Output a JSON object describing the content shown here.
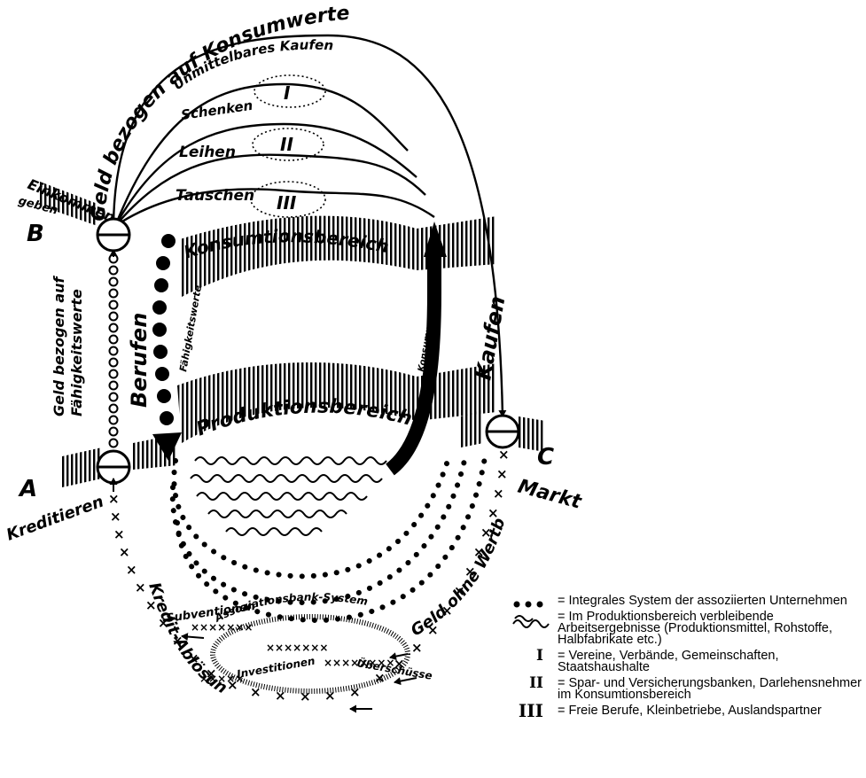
{
  "diagram": {
    "arc_labels": {
      "geld_konsum": "Geld bezogen auf Konsumwerte",
      "unmittelbar": "Unmittelbares Kaufen",
      "schenken": "Schenken",
      "leihen": "Leihen",
      "tauschen": "Tauschen"
    },
    "roman": {
      "one": "I",
      "two": "II",
      "three": "III"
    },
    "left": {
      "einkommen": "Einkommen",
      "geben": "geben",
      "B": "B",
      "A": "A",
      "kreditieren": "Kreditieren",
      "geld_faehigkeit_1": "Geld bezogen auf",
      "geld_faehigkeit_2": "Fähigkeitswerte",
      "berufen": "Berufen",
      "faehigkeitswerte": "Fähigkeitswerte"
    },
    "center": {
      "konsumtionsbereich": "Konsumtionsbereich",
      "produktionsbereich": "Produktionsbereich",
      "konsumwerte": "Konsumwerte"
    },
    "right": {
      "kaufen": "Kaufen",
      "markt": "Markt",
      "C": "C",
      "geld_ohne_wert": "Geld ohne Wertbeziehung"
    },
    "bottom": {
      "kredit_abloesung": "Kredit-Ablösung",
      "subventionen": "Subventionen",
      "assoziationsbank": "Assoziationsbank-System",
      "investitionen": "Investitionen",
      "ueberschuesse": "Überschüsse"
    }
  },
  "legend": [
    {
      "symbol": "dots-icon",
      "text": "= Integrales System der assoziierten Unternehmen"
    },
    {
      "symbol": "squiggle-icon",
      "text": "= Im Produktionsbereich verbleibende Arbeitsergebnisse (Produktionsmittel, Rohstoffe, Halbfabrikate etc.)"
    },
    {
      "symbol": "roman-one",
      "glyph": "I",
      "text": "= Vereine, Verbände, Gemeinschaften, Staatshaushalte"
    },
    {
      "symbol": "roman-two",
      "glyph": "II",
      "text": "= Spar- und Versicherungsbanken, Darlehensnehmer im Konsumtionsbereich"
    },
    {
      "symbol": "roman-three",
      "glyph": "III",
      "text": "= Freie Berufe, Kleinbetriebe, Auslandspartner"
    }
  ]
}
